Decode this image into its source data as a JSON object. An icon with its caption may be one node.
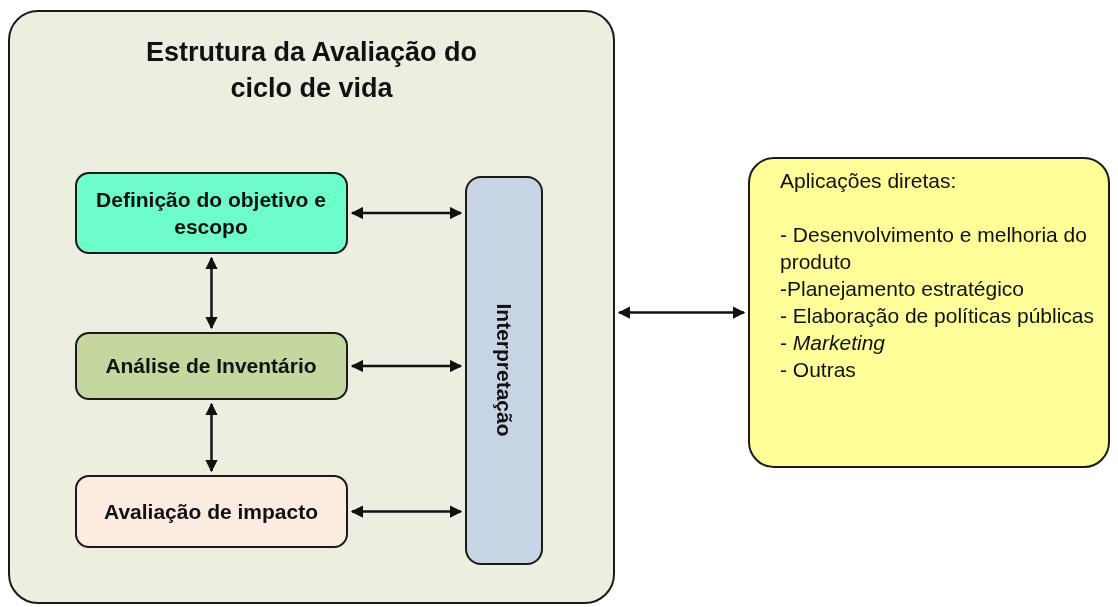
{
  "diagram": {
    "nodes": [
      {
        "text": [
          "Estrutura da Avaliação do ciclo de vida"
        ]
      },
      {
        "text": [
          "Definição do objetivo e escopo"
        ],
        "in": 0
      },
      {
        "text": [
          "Análise de Inventário"
        ],
        "in": 0
      },
      {
        "text": [
          "Avaliação de impacto"
        ],
        "in": 0
      },
      {
        "text": [
          "Interpretação"
        ],
        "in": 0
      },
      {
        "text": [
          "Aplicações diretas:",
          "- Desenvolvimento e melhoria do produto",
          "-Planejamento estratégico",
          "- Elaboração de políticas públicas",
          "- *Marketing*",
          "- Outras"
        ]
      }
    ],
    "edges": [
      {
        "from": 1,
        "to": 4,
        "arrow": "both"
      },
      {
        "from": 1,
        "to": 2,
        "arrow": "both"
      },
      {
        "from": 2,
        "to": 4,
        "arrow": "both"
      },
      {
        "from": 2,
        "to": 3,
        "arrow": "both"
      },
      {
        "from": 3,
        "to": 4,
        "arrow": "both"
      },
      {
        "from": 0,
        "to": 5,
        "arrow": "both"
      }
    ]
  }
}
